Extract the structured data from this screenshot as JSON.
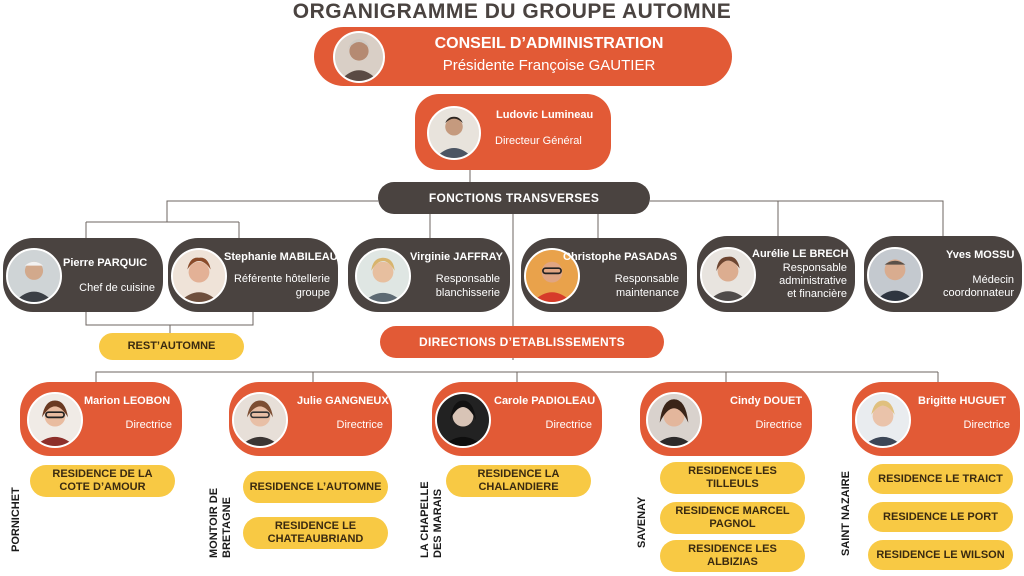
{
  "title": "ORGANIGRAMME DU GROUPE AUTOMNE",
  "board": {
    "title": "CONSEIL D’ADMINISTRATION",
    "subtitle": "Présidente Françoise GAUTIER"
  },
  "ceo": {
    "name": "Ludovic Lumineau",
    "role": "Directeur Général"
  },
  "transverse_label": "FONCTIONS TRANSVERSES",
  "transverse": [
    {
      "name": "Pierre  PARQUIC",
      "role": "Chef de cuisine"
    },
    {
      "name": "Stephanie MABILEAU",
      "role_1": "Référente hôtellerie",
      "role_2": "groupe"
    },
    {
      "name": "Virginie JAFFRAY",
      "role_1": "Responsable",
      "role_2": "blanchisserie"
    },
    {
      "name": "Christophe PASADAS",
      "role_1": "Responsable",
      "role_2": "maintenance"
    },
    {
      "name": "Aurélie LE BRECH",
      "role_1": "Responsable",
      "role_2": "administrative",
      "role_3": "et financière"
    },
    {
      "name": "Yves MOSSU",
      "role_1": "Médecin",
      "role_2": "coordonnateur"
    }
  ],
  "rest_label": "REST’AUTOMNE",
  "directions_label": "DIRECTIONS D’ETABLISSEMENTS",
  "directors": [
    {
      "name": "Marion LEOBON",
      "role": "Directrice",
      "city": "PORNICHET",
      "residences": [
        "RESIDENCE DE LA COTE D’AMOUR"
      ]
    },
    {
      "name": "Julie GANGNEUX",
      "role": "Directrice",
      "city_1": "MONTOIR DE",
      "city_2": "BRETAGNE",
      "residences": [
        "RESIDENCE L’AUTOMNE",
        "RESIDENCE LE CHATEAUBRIAND"
      ]
    },
    {
      "name": "Carole PADIOLEAU",
      "role": "Directrice",
      "city_1": "LA CHAPELLE",
      "city_2": "DES MARAIS",
      "residences": [
        "RESIDENCE LA CHALANDIERE"
      ]
    },
    {
      "name": "Cindy DOUET",
      "role": "Directrice",
      "city": "SAVENAY",
      "residences": [
        "RESIDENCE LES TILLEULS",
        "RESIDENCE MARCEL PAGNOL",
        "RESIDENCE LES ALBIZIAS"
      ]
    },
    {
      "name": "Brigitte HUGUET",
      "role": "Directrice",
      "city": "SAINT NAZAIRE",
      "residences": [
        "RESIDENCE LE TRAICT",
        "RESIDENCE LE PORT",
        "RESIDENCE LE WILSON"
      ]
    }
  ],
  "colors": {
    "orange": "#e25a36",
    "dark": "#4a4340",
    "yellow": "#f8c944"
  },
  "icons": {
    "portrait": "person-portrait-icon"
  }
}
